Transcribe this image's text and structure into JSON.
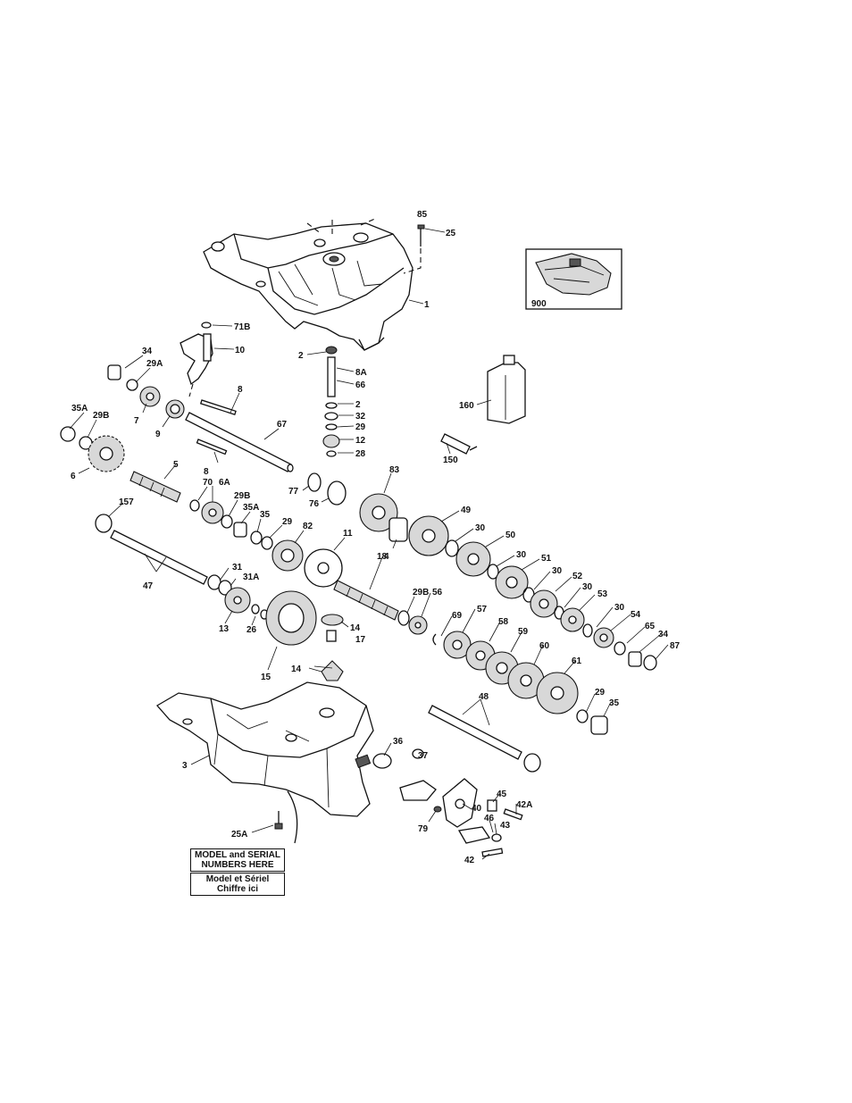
{
  "model_label_en": {
    "line1": "MODEL and SERIAL",
    "line2": "NUMBERS HERE"
  },
  "model_label_fr": {
    "line1": "Model et Sériel",
    "line2": "Chiffre ici"
  },
  "callouts": [
    {
      "id": "85",
      "text": "85"
    },
    {
      "id": "25",
      "text": "25"
    },
    {
      "id": "1",
      "text": "1"
    },
    {
      "id": "900",
      "text": "900"
    },
    {
      "id": "71B",
      "text": "71B"
    },
    {
      "id": "10",
      "text": "10"
    },
    {
      "id": "34a",
      "text": "34"
    },
    {
      "id": "29A",
      "text": "29A"
    },
    {
      "id": "2a",
      "text": "2"
    },
    {
      "id": "8A",
      "text": "8A"
    },
    {
      "id": "66",
      "text": "66"
    },
    {
      "id": "2b",
      "text": "2"
    },
    {
      "id": "32",
      "text": "32"
    },
    {
      "id": "29a",
      "text": "29"
    },
    {
      "id": "12",
      "text": "12"
    },
    {
      "id": "28",
      "text": "28"
    },
    {
      "id": "8a",
      "text": "8"
    },
    {
      "id": "7",
      "text": "7"
    },
    {
      "id": "9",
      "text": "9"
    },
    {
      "id": "35A",
      "text": "35A"
    },
    {
      "id": "29B",
      "text": "29B"
    },
    {
      "id": "67",
      "text": "67"
    },
    {
      "id": "160",
      "text": "160"
    },
    {
      "id": "150",
      "text": "150"
    },
    {
      "id": "6",
      "text": "6"
    },
    {
      "id": "5",
      "text": "5"
    },
    {
      "id": "8b",
      "text": "8"
    },
    {
      "id": "83",
      "text": "83"
    },
    {
      "id": "77",
      "text": "77"
    },
    {
      "id": "76",
      "text": "76"
    },
    {
      "id": "70",
      "text": "70"
    },
    {
      "id": "6A",
      "text": "6A"
    },
    {
      "id": "29Bb",
      "text": "29B"
    },
    {
      "id": "35Ab",
      "text": "35A"
    },
    {
      "id": "35a",
      "text": "35"
    },
    {
      "id": "29b",
      "text": "29"
    },
    {
      "id": "82",
      "text": "82"
    },
    {
      "id": "49",
      "text": "49"
    },
    {
      "id": "157",
      "text": "157"
    },
    {
      "id": "30a",
      "text": "30"
    },
    {
      "id": "50",
      "text": "50"
    },
    {
      "id": "11",
      "text": "11"
    },
    {
      "id": "18",
      "text": "18"
    },
    {
      "id": "30b",
      "text": "30"
    },
    {
      "id": "51",
      "text": "51"
    },
    {
      "id": "30c",
      "text": "30"
    },
    {
      "id": "52",
      "text": "52"
    },
    {
      "id": "31",
      "text": "31"
    },
    {
      "id": "31A",
      "text": "31A"
    },
    {
      "id": "4",
      "text": "4"
    },
    {
      "id": "30d",
      "text": "30"
    },
    {
      "id": "53",
      "text": "53"
    },
    {
      "id": "47",
      "text": "47"
    },
    {
      "id": "29Bc",
      "text": "29B"
    },
    {
      "id": "56",
      "text": "56"
    },
    {
      "id": "30e",
      "text": "30"
    },
    {
      "id": "54",
      "text": "54"
    },
    {
      "id": "57",
      "text": "57"
    },
    {
      "id": "69",
      "text": "69"
    },
    {
      "id": "65",
      "text": "65"
    },
    {
      "id": "34b",
      "text": "34"
    },
    {
      "id": "87",
      "text": "87"
    },
    {
      "id": "13",
      "text": "13"
    },
    {
      "id": "26",
      "text": "26"
    },
    {
      "id": "14a",
      "text": "14"
    },
    {
      "id": "58",
      "text": "58"
    },
    {
      "id": "59",
      "text": "59"
    },
    {
      "id": "60",
      "text": "60"
    },
    {
      "id": "17",
      "text": "17"
    },
    {
      "id": "15",
      "text": "15"
    },
    {
      "id": "14b",
      "text": "14"
    },
    {
      "id": "61",
      "text": "61"
    },
    {
      "id": "48",
      "text": "48"
    },
    {
      "id": "29c",
      "text": "29"
    },
    {
      "id": "35b",
      "text": "35"
    },
    {
      "id": "36",
      "text": "36"
    },
    {
      "id": "37",
      "text": "37"
    },
    {
      "id": "3",
      "text": "3"
    },
    {
      "id": "45",
      "text": "45"
    },
    {
      "id": "42A",
      "text": "42A"
    },
    {
      "id": "40",
      "text": "40"
    },
    {
      "id": "46",
      "text": "46"
    },
    {
      "id": "43",
      "text": "43"
    },
    {
      "id": "79",
      "text": "79"
    },
    {
      "id": "25A",
      "text": "25A"
    },
    {
      "id": "42",
      "text": "42"
    }
  ]
}
